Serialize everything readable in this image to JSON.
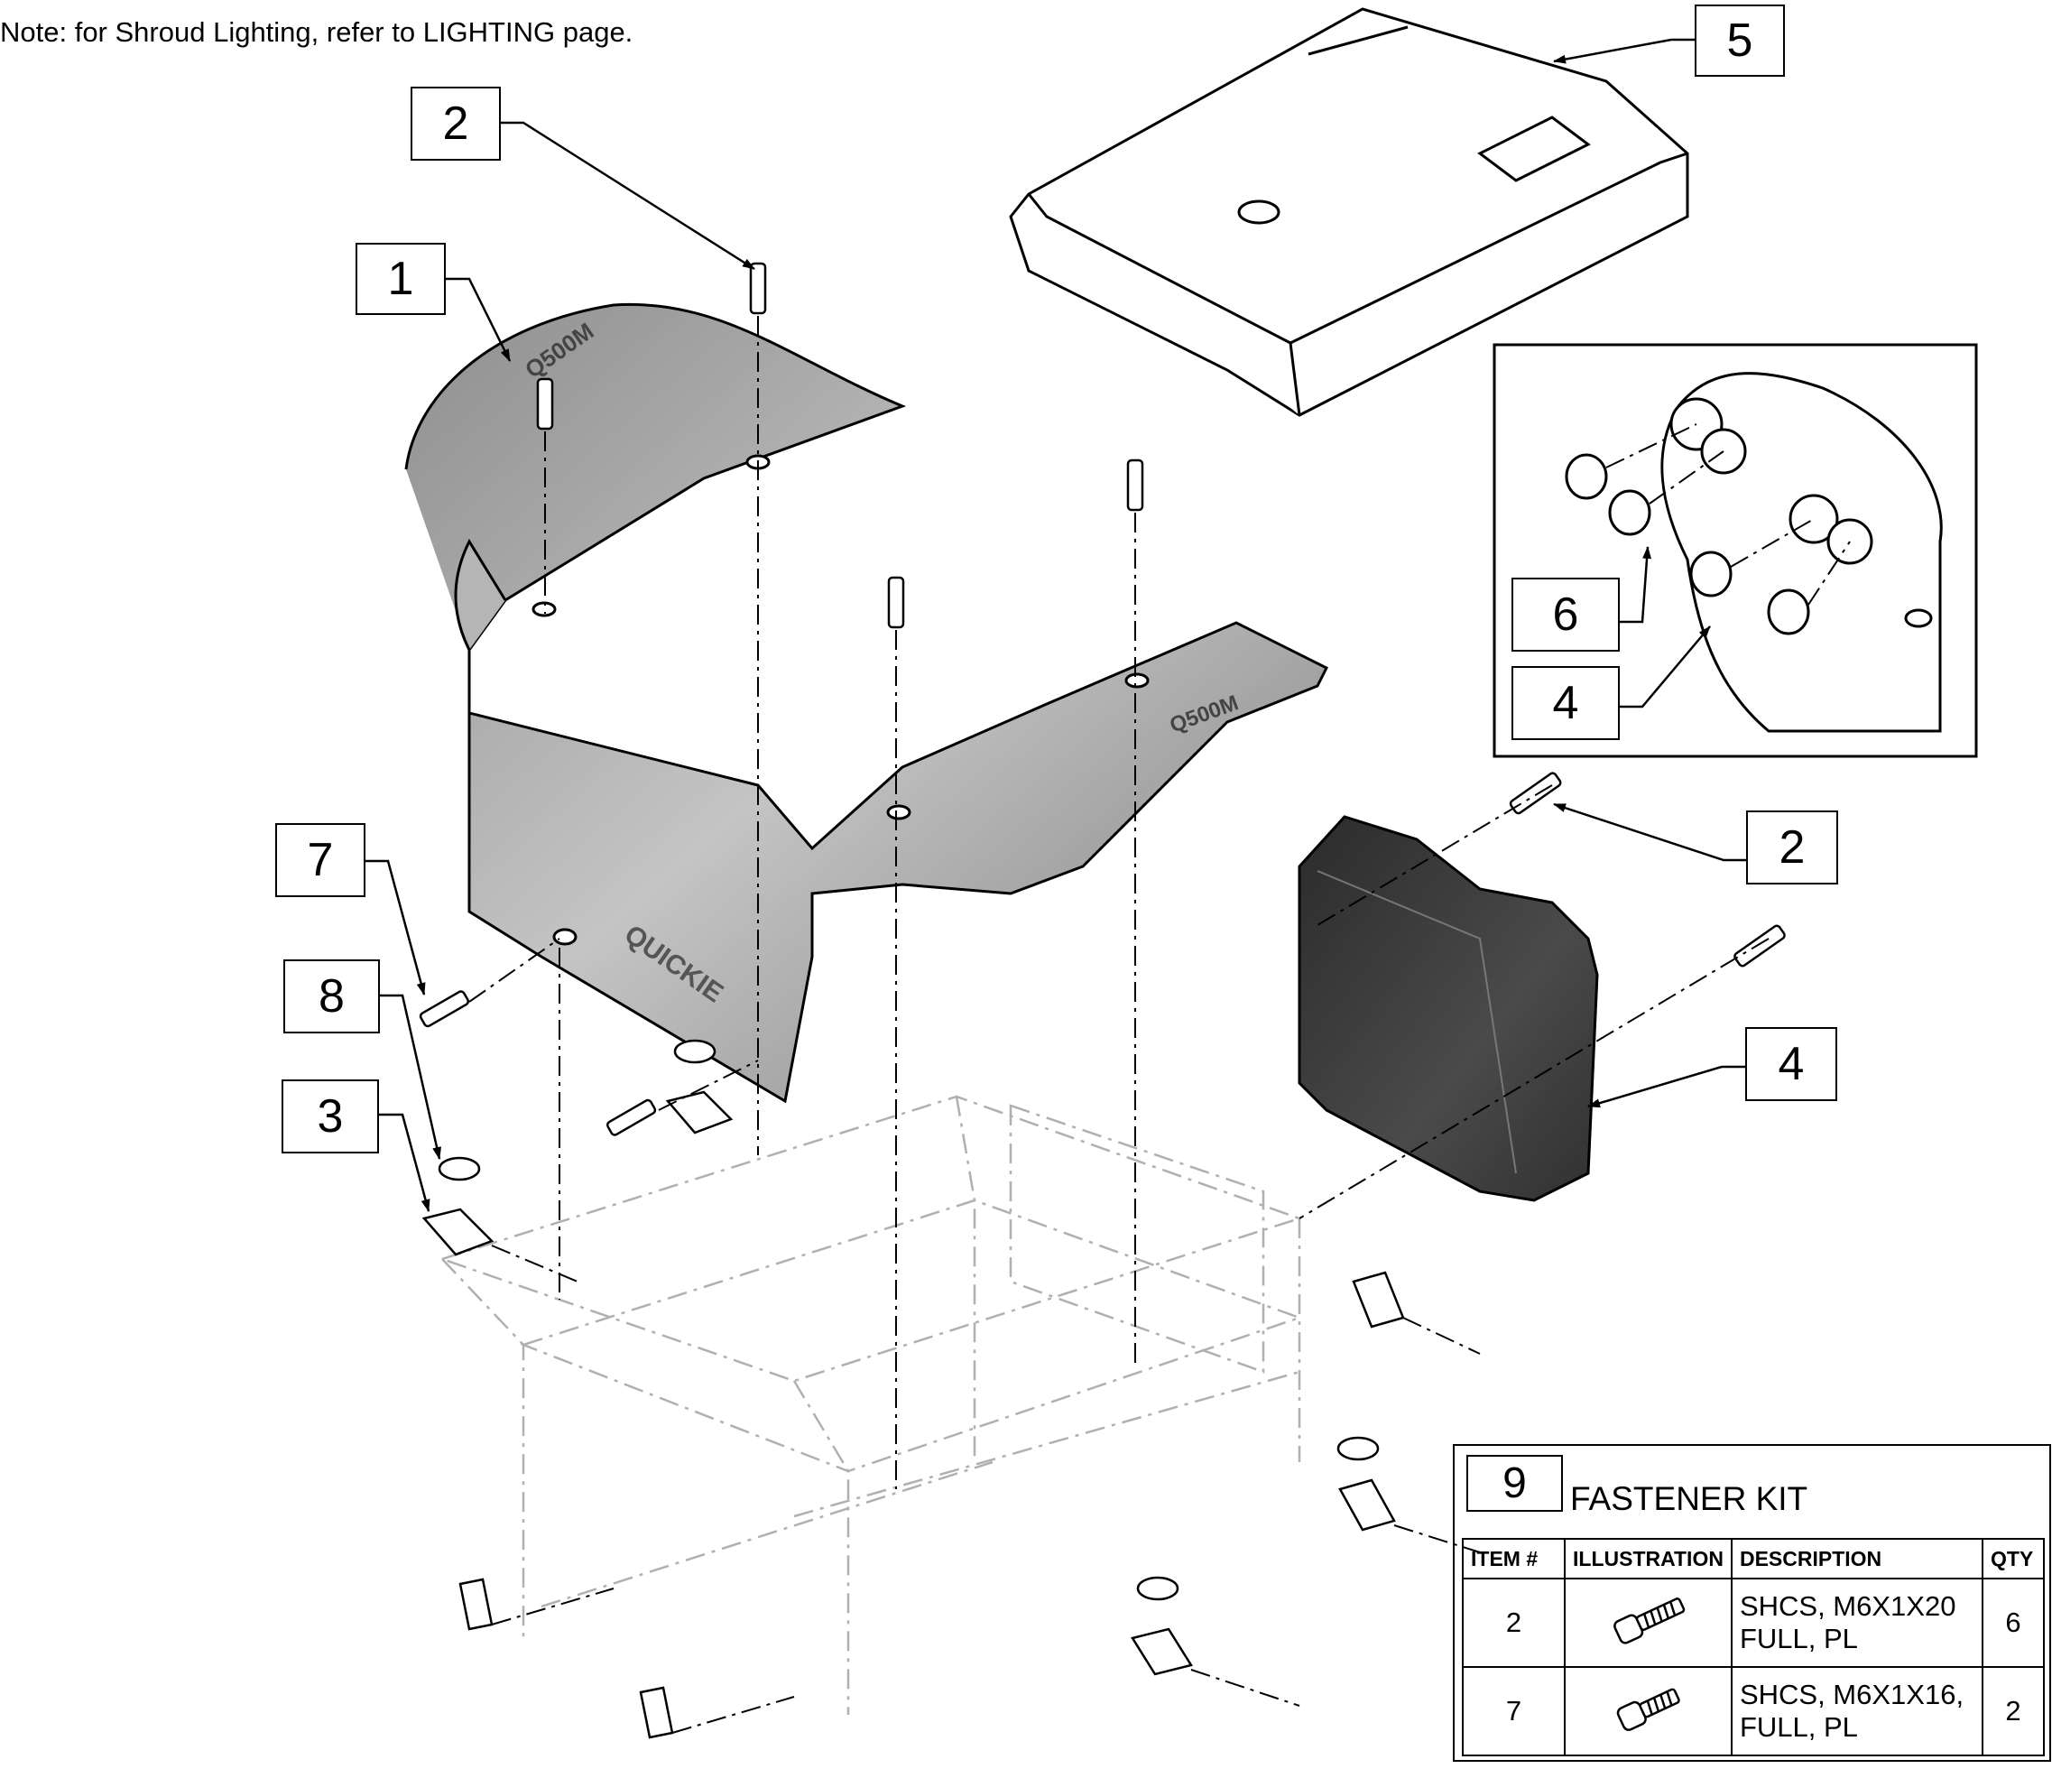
{
  "note": "Note: for Shroud Lighting, refer to LIGHTING page.",
  "callouts": {
    "c2_top": "2",
    "c1": "1",
    "c5": "5",
    "c6": "6",
    "c4_inset": "4",
    "c2_right": "2",
    "c4_right": "4",
    "c7": "7",
    "c8": "8",
    "c3": "3"
  },
  "fastener_kit": {
    "item_number": "9",
    "title": "FASTENER KIT",
    "headers": [
      "ITEM #",
      "ILLUSTRATION",
      "DESCRIPTION",
      "QTY"
    ],
    "rows": [
      {
        "item": "2",
        "illustration": "screw-m6x20-icon",
        "description_line1": "SHCS, M6X1X20",
        "description_line2": "FULL, PL",
        "qty": "6"
      },
      {
        "item": "7",
        "illustration": "screw-m6x16-icon",
        "description_line1": "SHCS, M6X1X16,",
        "description_line2": "FULL, PL",
        "qty": "2"
      }
    ]
  },
  "logos": {
    "shroud_brand": "QUICKIE",
    "shroud_model_left": "Q500M",
    "shroud_model_right": "Q500M"
  },
  "colors": {
    "line": "#000000",
    "shroud_gray": "#9a9a9a",
    "light_shroud": "#cfcfcf",
    "dark_cover": "#3a3a3a",
    "frame_phantom": "#b0b0b0"
  }
}
